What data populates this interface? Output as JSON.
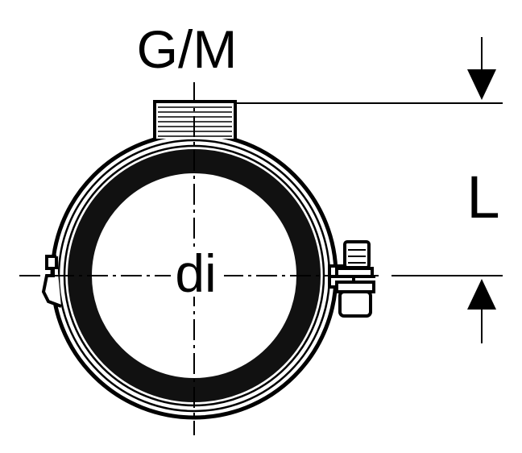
{
  "labels": {
    "thread_size": "G/M",
    "inner_diameter": "di",
    "length": "L"
  },
  "colors": {
    "line": "#000000",
    "background": "#ffffff",
    "insert": "#111111"
  }
}
